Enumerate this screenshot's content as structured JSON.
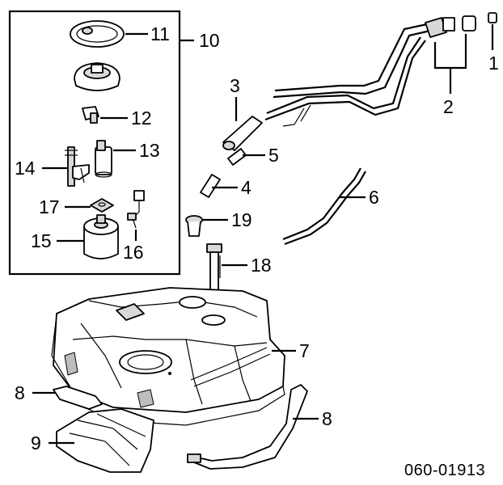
{
  "diagram_code": "060-01913",
  "callouts": {
    "c1": "1",
    "c2": "2",
    "c3": "3",
    "c4": "4",
    "c5": "5",
    "c6": "6",
    "c7": "7",
    "c8a": "8",
    "c8b": "8",
    "c9": "9",
    "c10": "10",
    "c11": "11",
    "c12": "12",
    "c13": "13",
    "c14": "14",
    "c15": "15",
    "c16": "16",
    "c17": "17",
    "c18": "18",
    "c19": "19"
  }
}
